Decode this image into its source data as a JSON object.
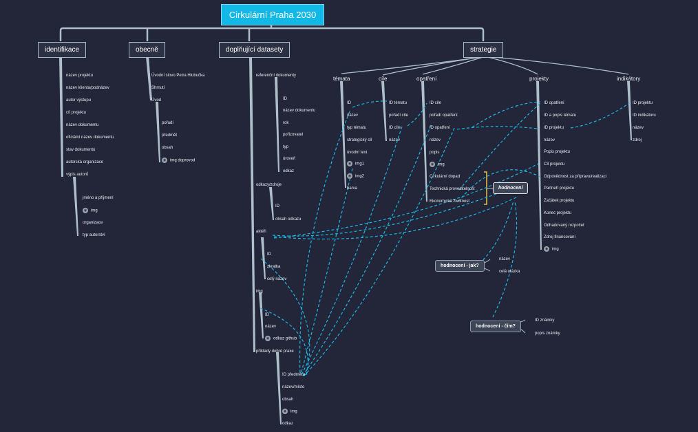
{
  "root": "Cirkulární Praha 2030",
  "categories": {
    "identifikace": "identifikace",
    "obecne": "obecně",
    "doplnujici": "doplňující datasety",
    "strategie": "strategie"
  },
  "identifikace_items": [
    "název projektu",
    "název klienta/podnázev",
    "autor výstupu",
    "cíl projektu",
    "název dokumentu",
    "oficiální název dokumentu",
    "stav dokumentu",
    "autorská organizace",
    "výpis autorů"
  ],
  "autori_items": [
    "jméno a příjmení",
    "img",
    "organizace",
    "typ autorství"
  ],
  "obecne_items": [
    "Úvodní slovo Petra Hlubučka",
    "Shrnutí",
    "Úvod"
  ],
  "uvod_items": [
    "pořadí",
    "předmět",
    "obsah",
    "img doprovod"
  ],
  "datasety": {
    "referencni": "referenční dokumenty",
    "referencni_items": [
      "ID",
      "název dokumentu",
      "rok",
      "pořizovatel",
      "typ",
      "úroveň",
      "odkaz"
    ],
    "odkazy": "odkazy/zdroje",
    "odkazy_items": [
      "ID",
      "obsah odkazu"
    ],
    "akteri": "aktéři",
    "akteri_items": [
      "ID",
      "zkratka",
      "celý název"
    ],
    "img": "img",
    "img_items": [
      "ID",
      "název",
      "odkaz github"
    ],
    "priklady": "příklady dobré praxe",
    "priklady_items": [
      "ID předmětu",
      "název/místo",
      "obsah",
      "img",
      "odkaz"
    ]
  },
  "strategie": {
    "temata": "témata",
    "temata_items": [
      "ID",
      "název",
      "typ tématu",
      "strategický cíl",
      "úvodní text",
      "img1",
      "img2",
      "barva"
    ],
    "cile": "cíle",
    "cile_items": [
      "ID tématu",
      "pořadí cíle",
      "ID cíle",
      "název"
    ],
    "opatreni": "opatření",
    "opatreni_items": [
      "ID cíle",
      "pořadí opatření",
      "ID opatření",
      "název",
      "popis",
      "img",
      "Cirkulární dopad",
      "Technická proveditelnost",
      "Ekonomická životnost"
    ],
    "projekty": "projekty",
    "projekty_items": [
      "ID opatření",
      "ID a popis tématu",
      "ID projektu",
      "název",
      "Popis projektu",
      "Cíl projektu",
      "Odpovědnost za přípravu/realizaci",
      "Partneři projektu",
      "Začátek projektu",
      "Konec projektu",
      "Odhadovaný rozpočet",
      "Zdroj financování",
      "img"
    ],
    "indikatory": "indikátory",
    "indikatory_items": [
      "ID projektu",
      "ID indikátoru",
      "název",
      "zdroj"
    ]
  },
  "hodnoceni": "hodnocení",
  "hodnoceni_jak": "hodnocení - jak?",
  "hodnoceni_jak_items": [
    "název",
    "celá otázka"
  ],
  "hodnoceni_cim": "hodnocení - čím?",
  "hodnoceni_cim_items": [
    "ID známky",
    "popis známky"
  ],
  "colors": {
    "background": "#222638",
    "root": "#13b9e6",
    "tree_line": "#aebfca",
    "link": "#1db6e4",
    "bracket": "#e8c34a"
  }
}
